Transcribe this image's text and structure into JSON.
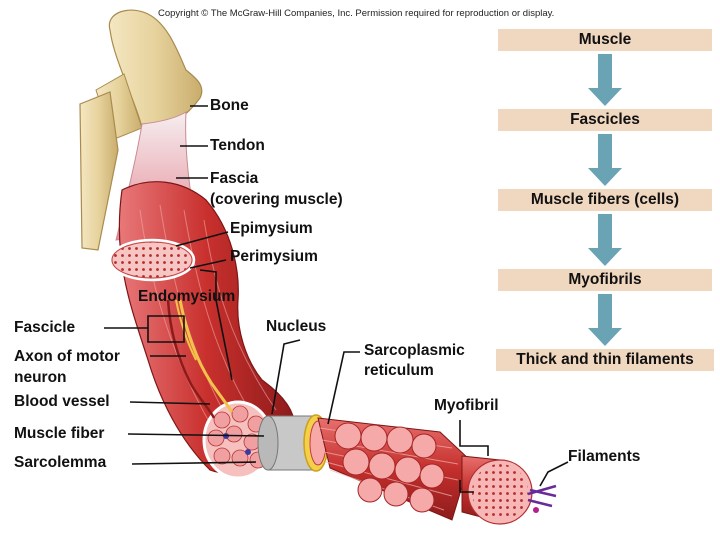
{
  "copyright": "Copyright © The McGraw-Hill Companies, Inc. Permission required for reproduction or display.",
  "labels": {
    "bone": "Bone",
    "tendon": "Tendon",
    "fascia": "Fascia",
    "fascia_sub": "(covering muscle)",
    "epimysium": "Epimysium",
    "perimysium": "Perimysium",
    "endomysium": "Endomysium",
    "fascicle": "Fascicle",
    "nucleus": "Nucleus",
    "axon_1": "Axon of motor",
    "axon_2": "neuron",
    "blood_vessel": "Blood vessel",
    "muscle_fiber": "Muscle fiber",
    "sarcolemma": "Sarcolemma",
    "sarco_1": "Sarcoplasmic",
    "sarco_2": "reticulum",
    "myofibril": "Myofibril",
    "filaments": "Filaments"
  },
  "flow": [
    "Muscle",
    "Fascicles",
    "Muscle fibers (cells)",
    "Myofibrils",
    "Thick and thin filaments"
  ],
  "colors": {
    "bone": "#e6d29c",
    "muscle": "#c8302d",
    "fiber_face": "#f2a8a6",
    "flow_box": "#f0d7bf",
    "flow_arrow": "#6aa3b3"
  }
}
